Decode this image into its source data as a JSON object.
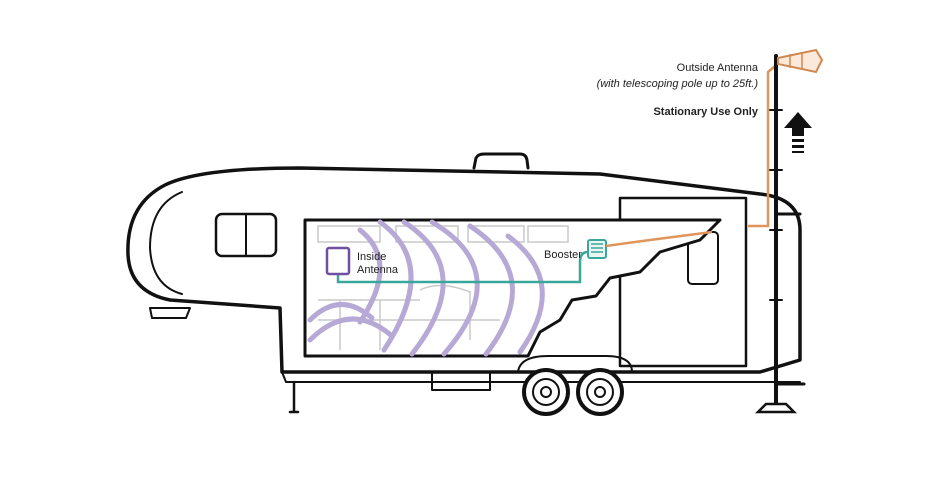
{
  "labels": {
    "outside_antenna": "Outside Antenna",
    "telescoping": "(with telescoping pole up to 25ft.)",
    "stationary": "Stationary Use Only",
    "inside_antenna_line1": "Inside",
    "inside_antenna_line2": "Antenna",
    "booster": "Booster"
  },
  "colors": {
    "outline": "#111111",
    "cable_inside": "#3aa79a",
    "cable_outside": "#e0955a",
    "signal_waves": "#b7a9d6",
    "inside_antenna": "#6e4fa0",
    "booster": "#3aa79a",
    "interior_lines": "#c9c9c9"
  },
  "icons": {
    "up_arrow": "up-arrow-icon",
    "outside_antenna": "yagi-antenna-icon",
    "booster": "booster-device-icon",
    "inside_antenna": "panel-antenna-icon"
  }
}
